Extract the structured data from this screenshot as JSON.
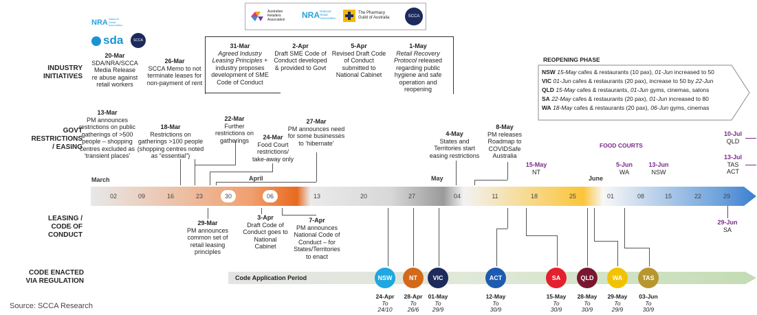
{
  "rows": {
    "industry": "INDUSTRY\nINITIATIVES",
    "govt": "GOVT\nRESTRICTIONS\n/ EASING",
    "leasing": "LEASING /\nCODE OF\nCONDUCT",
    "code": "CODE ENACTED\nVIA REGULATION"
  },
  "logos": {
    "ara": "Australian\nRetailers\nAssociation",
    "nra": "NRA",
    "nra_sub": "National\nRetail\nAssociation",
    "pharmacy": "The Pharmacy\nGuild of Australia",
    "scca": "SCCA",
    "sda": "sda"
  },
  "industry_items": [
    {
      "date": "20-Mar",
      "text": "SDA/NRA/SCCA\nMedia Release\nre abuse against\nretail workers"
    },
    {
      "date": "26-Mar",
      "text": "SCCA Memo to not\nterminate leases for\nnon-payment of rent"
    }
  ],
  "box_items": [
    {
      "date": "31-Mar",
      "ital": "Agreed Industry\nLeasing Principles",
      "text": " + industry proposes development of SME Code of Conduct"
    },
    {
      "date": "2-Apr",
      "ital": "",
      "text": "Draft SME Code of Conduct developed & provided to Govt"
    },
    {
      "date": "5-Apr",
      "ital": "",
      "text": "Revised Draft Code of Conduct submitted to National Cabinet"
    },
    {
      "date": "1-May",
      "ital": "Retail Recovery Protocol",
      "text": " released regarding public hygiene and safe operation and reopening"
    }
  ],
  "reopening": {
    "title": "REOPENING PHASE",
    "lines": [
      {
        "st": "NSW",
        "a": "15-May",
        "b": " cafes & restaurants (10 pax), ",
        "c": "01-Jun",
        "d": " increased to 50"
      },
      {
        "st": "VIC",
        "a": "01-Jun",
        "b": " cafes & restaurants (20 pax), increase to 50 by ",
        "c": "22-Jun",
        "d": ""
      },
      {
        "st": "QLD",
        "a": "15-May",
        "b": " cafes & restaurants, ",
        "c": "01-Jun",
        "d": " gyms, cinemas, salons"
      },
      {
        "st": "SA",
        "a": "22-May",
        "b": " cafes & restaurants (20 pax), ",
        "c": "01-Jun",
        "d": " increased to 80"
      },
      {
        "st": "WA",
        "a": "18-May",
        "b": " cafes & restaurants (20 pax), ",
        "c": "06-Jun",
        "d": " gyms, cinemas"
      }
    ]
  },
  "govt_items": [
    {
      "date": "13-Mar",
      "text": "PM announces\nrestrictions on public\ngatherings of >500\npeople – shopping\ncentres excluded as\n‘transient places’"
    },
    {
      "date": "18-Mar",
      "text": "Restrictions on\ngatherings >100 people\n(shopping centres noted\nas “essential”)"
    },
    {
      "date": "22-Mar",
      "text": "Further\nrestrictions on\ngatherings"
    },
    {
      "date": "24-Mar",
      "text": "Food Court\nrestrictions/\ntake-away only"
    },
    {
      "date": "27-Mar",
      "text": "PM announces need\nfor some businesses\nto ‘hibernate’"
    },
    {
      "date": "4-May",
      "text": "States and\nTerritories start\neasing restrictions"
    },
    {
      "date": "8-May",
      "text": "PM releases\nRoadmap to\nCOVIDSafe\nAustralia"
    }
  ],
  "food_courts": {
    "title": "FOOD COURTS",
    "items": [
      {
        "date": "15-May",
        "state": "NT"
      },
      {
        "date": "5-Jun",
        "state": "WA"
      },
      {
        "date": "13-Jun",
        "state": "NSW"
      },
      {
        "date": "10-Jul",
        "state": "QLD"
      },
      {
        "date": "13-Jul",
        "state": "TAS\nACT"
      },
      {
        "date": "29-Jun",
        "state": "SA"
      }
    ]
  },
  "months": [
    "March",
    "April",
    "May",
    "June"
  ],
  "ticks": [
    "02",
    "09",
    "16",
    "23",
    "30",
    "06",
    "13",
    "20",
    "27",
    "04",
    "11",
    "18",
    "25",
    "01",
    "08",
    "15",
    "22",
    "29"
  ],
  "leasing_items": [
    {
      "date": "29-Mar",
      "text": "PM announces\ncommon set of\nretail leasing\nprinciples"
    },
    {
      "date": "3-Apr",
      "text": "Draft Code of\nConduct goes to\nNational\nCabinet"
    },
    {
      "date": "7-Apr",
      "text": "PM announces\nNational Code of\nConduct – for\nStates/Territories\nto enact"
    }
  ],
  "code_period": "Code Application Period",
  "states": [
    {
      "name": "NSW",
      "color": "#1ea7e1",
      "date": "24-Apr",
      "to": "To",
      "end": "24/10"
    },
    {
      "name": "NT",
      "color": "#d4691b",
      "date": "28-Apr",
      "to": "To",
      "end": "26/6"
    },
    {
      "name": "VIC",
      "color": "#1c2a5c",
      "date": "01-May",
      "to": "To",
      "end": "29/9"
    },
    {
      "name": "ACT",
      "color": "#1e5bb0",
      "date": "12-May",
      "to": "To",
      "end": "30/9"
    },
    {
      "name": "SA",
      "color": "#e3202c",
      "date": "15-May",
      "to": "To",
      "end": "30/9"
    },
    {
      "name": "QLD",
      "color": "#7a1730",
      "date": "28-May",
      "to": "To",
      "end": "30/9"
    },
    {
      "name": "WA",
      "color": "#f2c200",
      "date": "29-May",
      "to": "To",
      "end": "29/9"
    },
    {
      "name": "TAS",
      "color": "#b8962e",
      "date": "03-Jun",
      "to": "To",
      "end": "30/9"
    }
  ],
  "source": "Source: SCCA Research"
}
